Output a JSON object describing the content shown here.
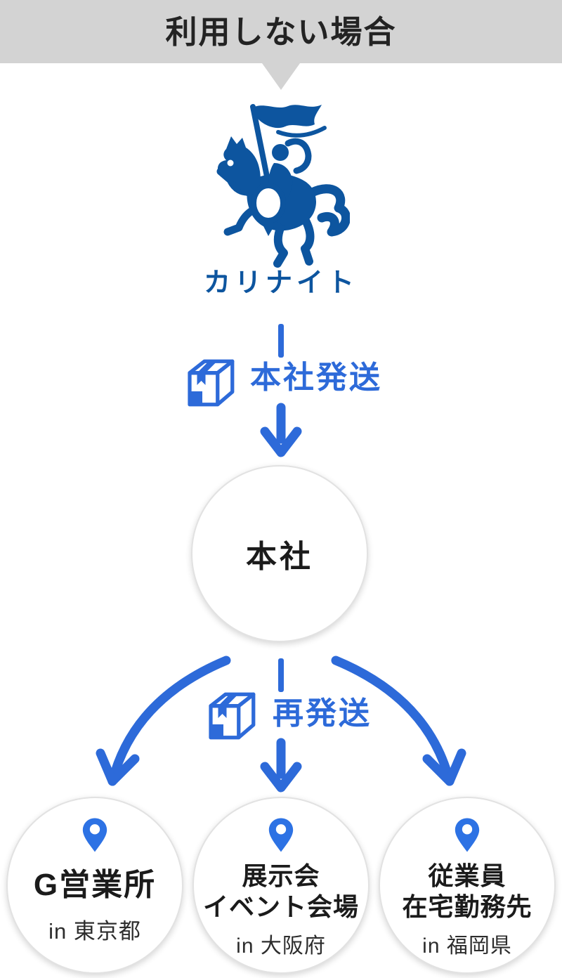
{
  "colors": {
    "accent_blue": "#2D6AD9",
    "pin_blue": "#2D72E4",
    "brand_blue": "#0D559F",
    "header_gray": "#D3D3D3",
    "text_dark": "#1B1B1B"
  },
  "header": {
    "title": "利用しない場合"
  },
  "brand": {
    "logo_icon": "knight-on-horse-icon",
    "name": "カリナイト"
  },
  "flow": {
    "ship1": {
      "icon": "package-icon",
      "label": "本社発送"
    },
    "hub": {
      "label": "本社"
    },
    "ship2": {
      "icon": "package-icon",
      "label": "再発送"
    },
    "destinations": [
      {
        "icon": "map-pin-icon",
        "lines": [
          "G営業所"
        ],
        "location": "in 東京都"
      },
      {
        "icon": "map-pin-icon",
        "lines": [
          "展示会",
          "イベント会場"
        ],
        "location": "in 大阪府"
      },
      {
        "icon": "map-pin-icon",
        "lines": [
          "従業員",
          "在宅勤務先"
        ],
        "location": "in 福岡県"
      }
    ]
  }
}
